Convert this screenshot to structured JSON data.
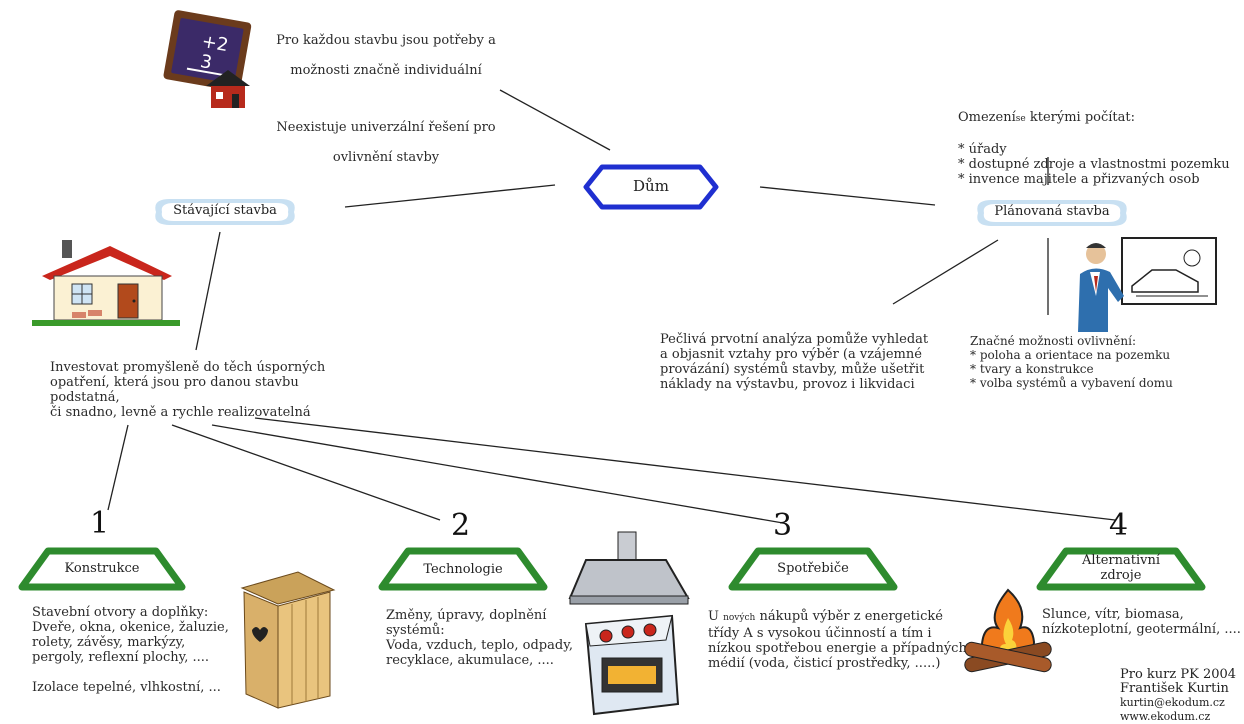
{
  "center": {
    "label": "Dům"
  },
  "top_note": {
    "line1": "Pro každou stavbu jsou potřeby a",
    "line2": "možnosti značně individuální",
    "line3": "Neexistuje univerzální řešení pro",
    "line4": "ovlivnění stavby"
  },
  "existing": {
    "label": "Stávající stavba",
    "text": "Investovat promyšleně do těch úsporných\nopatření, která jsou pro danou stavbu podstatná,\nči snadno, levně a rychle realizovatelná"
  },
  "planned": {
    "label": "Plánovaná stavba",
    "limits_title_a": "Omezení",
    "limits_title_small": "se",
    "limits_title_b": " kterými počítat:",
    "limits": "* úřady\n* dostupné zdroje a vlastnostmi pozemku\n* invence majitele a přizvaných osob",
    "options": "Značné možnosti ovlivnění:\n* poloha a orientace na pozemku\n* tvary a konstrukce\n* volba systémů a vybavení domu"
  },
  "analysis": {
    "text": "Pečlivá prvotní analýza pomůže vyhledat\na objasnit vztahy pro výběr (a vzájemné\nprovázání) systémů stavby, může ušetřit\nnáklady na výstavbu, provoz i likvidaci"
  },
  "branches": [
    {
      "num": "1",
      "label": "Konstrukce",
      "text": "Stavební otvory a doplňky:\nDveře, okna, okenice, žaluzie,\nrolety, závěsy, markýzy,\npergoly, reflexní plochy, ....\n\nIzolace tepelné, vlhkostní, ..."
    },
    {
      "num": "2",
      "label": "Technologie",
      "text": "Změny, úpravy, doplnění\nsystémů:\nVoda, vzduch, teplo, odpady,\nrecyklace, akumulace, ...."
    },
    {
      "num": "3",
      "label": "Spotřebiče",
      "text_a": "U ",
      "text_small": "nových",
      "text_b": " nákupů výběr z energetické\ntřídy A s vysokou účinností a tím i\nnízkou spotřebou energie a případných\nmédií (voda, čisticí prostředky, .....)"
    },
    {
      "num": "4",
      "label": "Alternativní\nzdroje",
      "text": "Slunce, vítr, biomasa,\nnízkoteplotní, geotermální, ...."
    }
  ],
  "signature": {
    "line1": "Pro kurz PK 2004",
    "line2": "František Kurtin",
    "line3": "kurtin@ekodum.cz",
    "line4": "www.ekodum.cz"
  },
  "colors": {
    "center_outline": "#1f2fd0",
    "ribbon_blue": "#b7d5ee",
    "ribbon_green": "#2e8b2e"
  }
}
